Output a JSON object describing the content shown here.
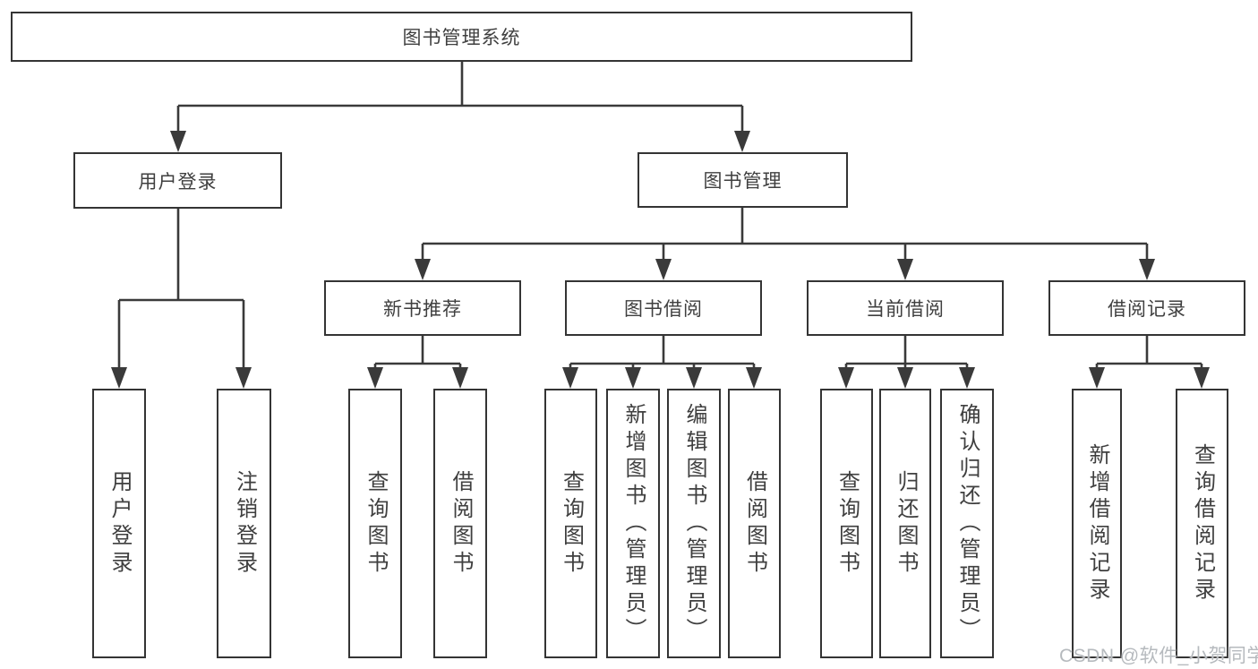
{
  "diagram": {
    "type": "hierarchy-tree",
    "colors": {
      "line": "#3a3a3a",
      "box_border": "#343434",
      "text": "#3f3f3f",
      "background": "#ffffff",
      "watermark": "#b6babe"
    }
  },
  "tree": {
    "label": "图书管理系统",
    "children": [
      {
        "label": "用户登录",
        "children": [
          {
            "label": "用户登录"
          },
          {
            "label": "注销登录"
          }
        ]
      },
      {
        "label": "图书管理",
        "children": [
          {
            "label": "新书推荐",
            "children": [
              {
                "label": "查询图书"
              },
              {
                "label": "借阅图书"
              }
            ]
          },
          {
            "label": "图书借阅",
            "children": [
              {
                "label": "查询图书"
              },
              {
                "label": "新增图书（管理员）"
              },
              {
                "label": "编辑图书（管理员）"
              },
              {
                "label": "借阅图书"
              }
            ]
          },
          {
            "label": "当前借阅",
            "children": [
              {
                "label": "查询图书"
              },
              {
                "label": "归还图书"
              },
              {
                "label": "确认归还（管理员）"
              }
            ]
          },
          {
            "label": "借阅记录",
            "children": [
              {
                "label": "新增借阅记录"
              },
              {
                "label": "查询借阅记录"
              }
            ]
          }
        ]
      }
    ]
  },
  "watermark": {
    "text": "CSDN @软件_小贺同学"
  }
}
